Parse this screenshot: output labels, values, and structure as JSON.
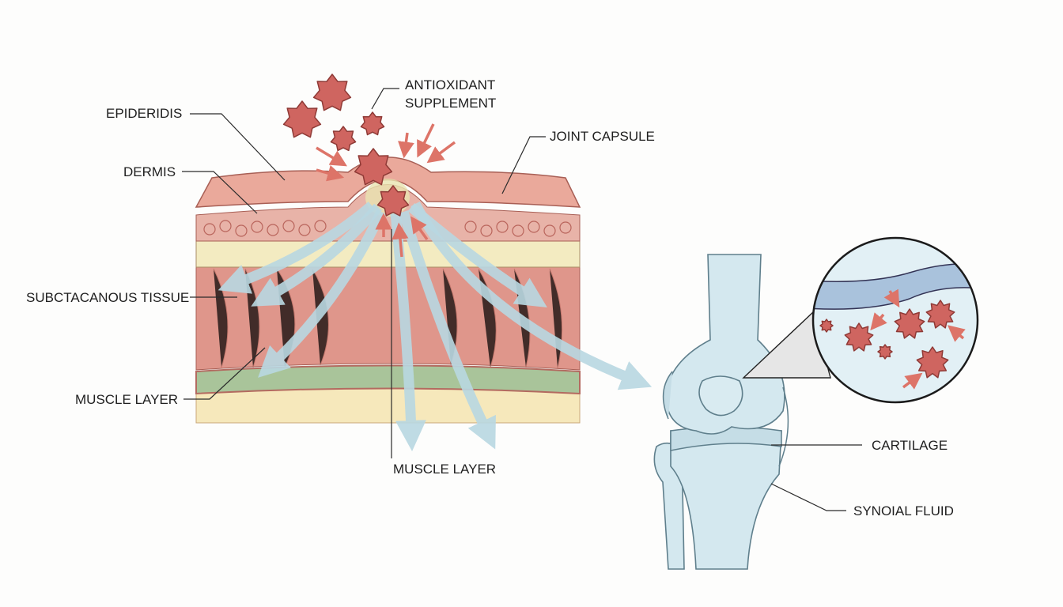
{
  "labels": {
    "epidermis": "EPIDERIDIS",
    "dermis": "DERMIS",
    "antioxidant_line1": "ANTIOXIDANT",
    "antioxidant_line2": "SUPPLEMENT",
    "joint_capsule": "JOINT CAPSULE",
    "subcutaneous": "SUBCTACANOUS TISSUE",
    "muscle_layer_left": "MUSCLE LAYER",
    "muscle_layer_bottom": "MUSCLE LAYER",
    "cartilage": "CARTILAGE",
    "synovial_fluid": "SYNOIAL FLUID"
  },
  "colors": {
    "epidermis": "#eaa99b",
    "dermis": "#e8b3a8",
    "subcutaneous": "#f3ebc1",
    "muscle": "#df968b",
    "fascia": "#a9c49a",
    "fat": "#f6e8bb",
    "antioxidant": "#cf6560",
    "flow": "#b9d8e2",
    "bone": "#d4e8ef"
  }
}
